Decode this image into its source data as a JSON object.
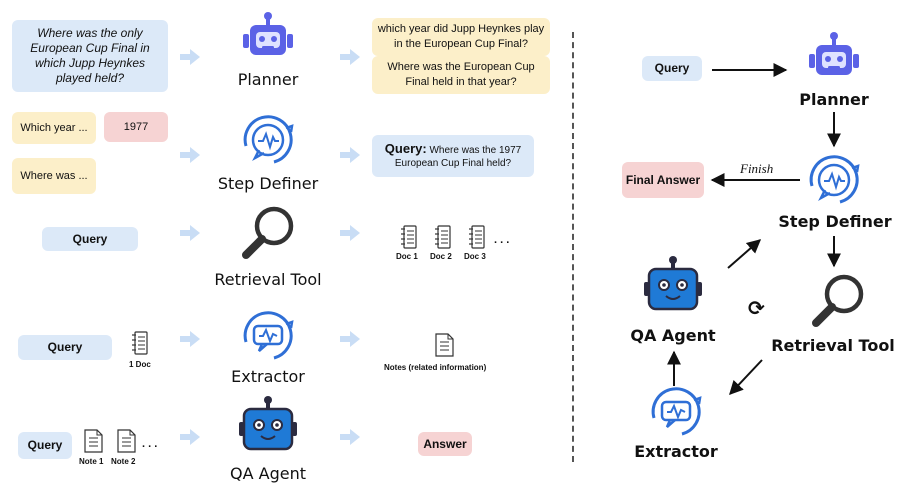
{
  "left": {
    "rows": [
      {
        "inputs": [
          "Where was the only European Cup Final in which Jupp Heynkes played held?"
        ],
        "component": "Planner",
        "outputs": [
          "which year did Jupp Heynkes play in the European Cup Final?",
          "Where was the European Cup Final held in that year?"
        ]
      },
      {
        "inputs": [
          "Which year ...",
          "1977",
          "Where was ..."
        ],
        "component": "Step Definer",
        "output_prefix": "Query:",
        "output_text": "Where was the 1977 European Cup Final held?"
      },
      {
        "inputs": [
          "Query"
        ],
        "component": "Retrieval Tool",
        "docs": [
          "Doc 1",
          "Doc 2",
          "Doc 3"
        ],
        "ellipsis": ". . ."
      },
      {
        "inputs": [
          "Query"
        ],
        "doc_label": "1 Doc",
        "component": "Extractor",
        "output": "Notes (related information)"
      },
      {
        "inputs": [
          "Query"
        ],
        "notes": [
          "Note 1",
          "Note 2"
        ],
        "ellipsis": ". . .",
        "component": "QA Agent",
        "output": "Answer"
      }
    ]
  },
  "right": {
    "query": "Query",
    "planner": "Planner",
    "step_definer": "Step Definer",
    "final_answer": "Final Answer",
    "finish": "Finish",
    "retrieval_tool": "Retrieval Tool",
    "qa_agent": "QA Agent",
    "extractor": "Extractor"
  },
  "colors": {
    "blue_box": "#dce9f8",
    "yellow_box": "#fcefc9",
    "pink_box": "#f6d3d3",
    "icon_purple": "#5b62e6",
    "icon_blue": "#2f6fd6",
    "robot_blue": "#1f7ad6",
    "arrow_light": "#c9ddf5"
  }
}
